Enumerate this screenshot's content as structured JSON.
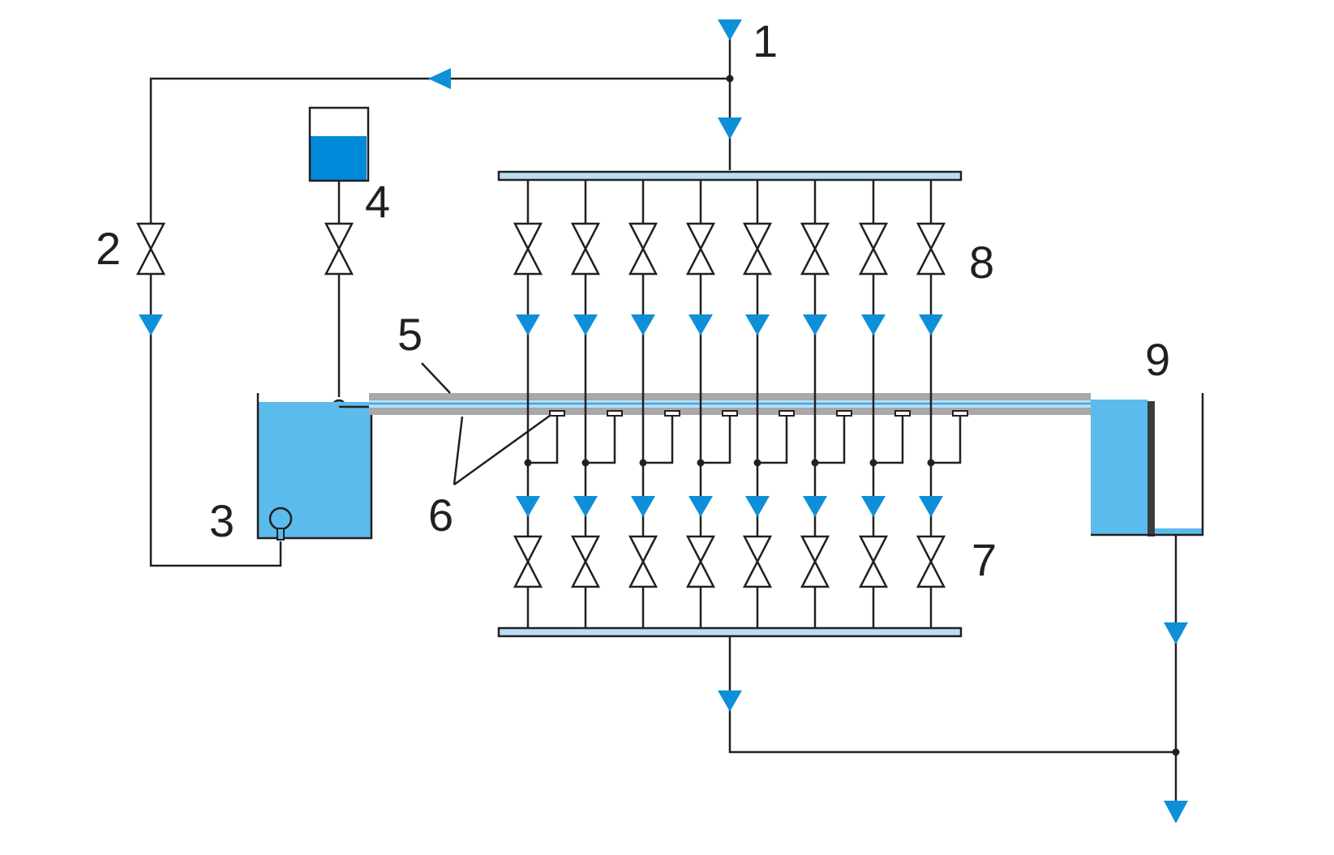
{
  "labels": {
    "l1": "1",
    "l2": "2",
    "l3": "3",
    "l4": "4",
    "l5": "5",
    "l6": "6",
    "l7": "7",
    "l8": "8",
    "l9": "9"
  },
  "colors": {
    "line": "#231f20",
    "arrow": "#0e8fd8",
    "water": "#5bbbec",
    "tank_water": "#0088d9",
    "channel_gray": "#a6a8ab",
    "channel_blue": "#b9dff5"
  }
}
